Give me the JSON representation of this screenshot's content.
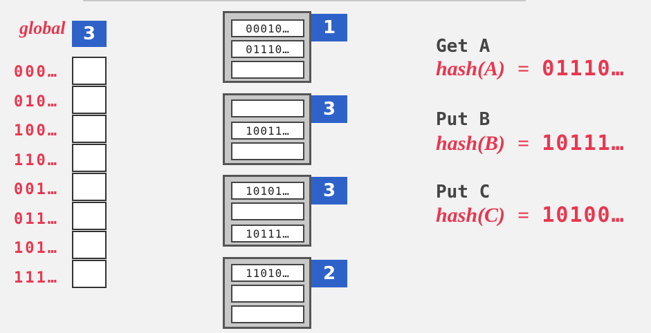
{
  "directory": {
    "global_label": "global",
    "global_depth": "3",
    "entries": [
      "000…",
      "010…",
      "100…",
      "110…",
      "001…",
      "011…",
      "101…",
      "111…"
    ]
  },
  "buckets": [
    {
      "local_depth": "1",
      "slots": [
        "00010…",
        "01110…",
        ""
      ]
    },
    {
      "local_depth": "3",
      "slots": [
        "",
        "10011…",
        ""
      ]
    },
    {
      "local_depth": "3",
      "slots": [
        "10101…",
        "",
        "10111…"
      ]
    },
    {
      "local_depth": "2",
      "slots": [
        "11010…",
        "",
        ""
      ]
    }
  ],
  "operations": [
    {
      "label": "Get A",
      "hash_fn": "hash(A)",
      "eq": "=",
      "value": "01110…"
    },
    {
      "label": "Put B",
      "hash_fn": "hash(B)",
      "eq": "=",
      "value": "10111…"
    },
    {
      "label": "Put C",
      "hash_fn": "hash(C)",
      "eq": "=",
      "value": "10100…"
    }
  ],
  "colors": {
    "accent": "#e8364f",
    "badge": "#2f62c9",
    "bucket_fill": "#c8c8c8"
  }
}
